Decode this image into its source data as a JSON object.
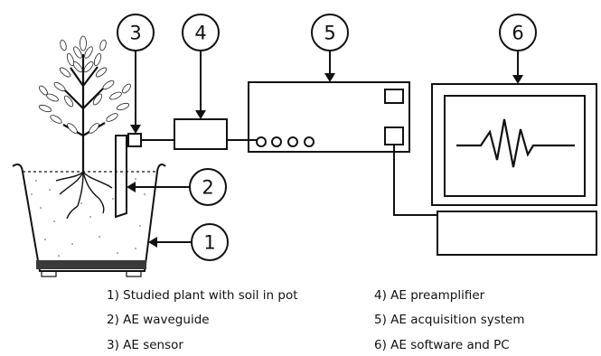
{
  "markers": [
    {
      "number": "1"
    },
    {
      "number": "2"
    },
    {
      "number": "3"
    },
    {
      "number": "4"
    },
    {
      "number": "5"
    },
    {
      "number": "6"
    }
  ],
  "legend": [
    "1) Studied plant with soil in pot",
    "2) AE waveguide",
    "3) AE sensor",
    "4) AE preamplifier",
    "5) AE acquisition system",
    "6) AE software and PC"
  ]
}
